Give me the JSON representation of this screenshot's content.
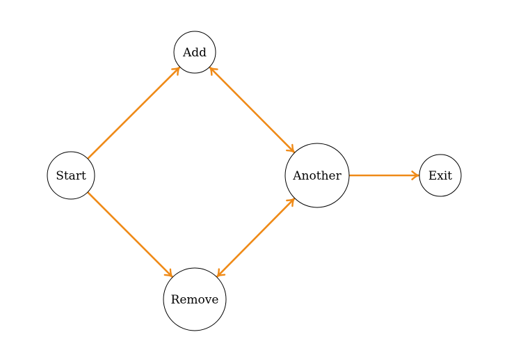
{
  "diagram": {
    "edge_color": "#ef8a17",
    "nodes": {
      "start": {
        "label": "Start"
      },
      "add": {
        "label": "Add"
      },
      "remove": {
        "label": "Remove"
      },
      "another": {
        "label": "Another"
      },
      "exit": {
        "label": "Exit"
      }
    },
    "edges": [
      {
        "from": "start",
        "to": "add",
        "bidirectional": false
      },
      {
        "from": "start",
        "to": "remove",
        "bidirectional": false
      },
      {
        "from": "add",
        "to": "another",
        "bidirectional": true
      },
      {
        "from": "remove",
        "to": "another",
        "bidirectional": true
      },
      {
        "from": "another",
        "to": "exit",
        "bidirectional": false
      }
    ]
  }
}
